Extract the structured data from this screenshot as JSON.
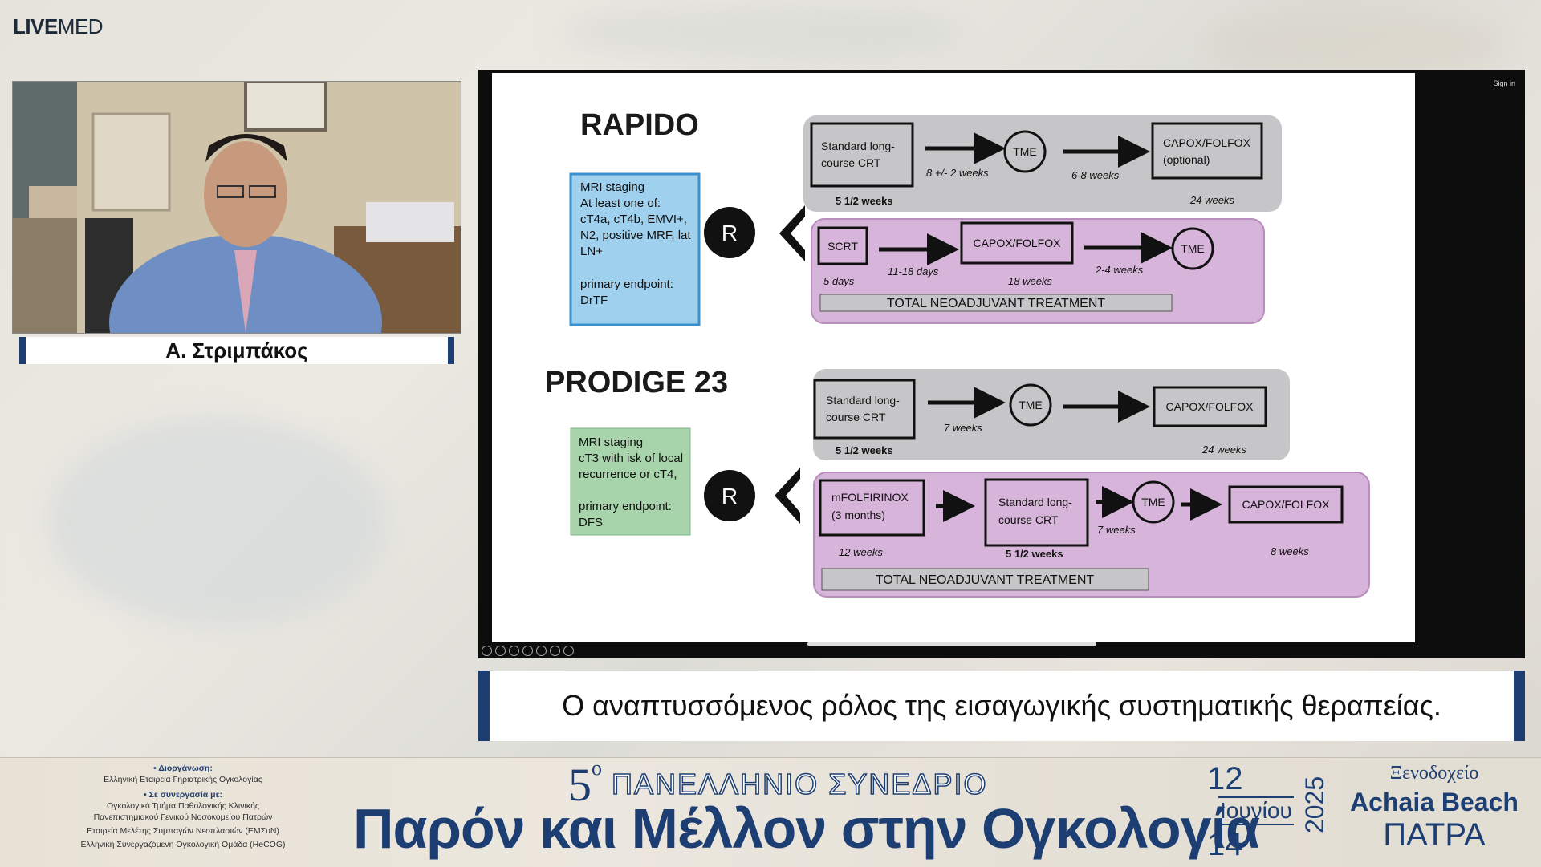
{
  "logo": {
    "bold": "LIVE",
    "light": "MED"
  },
  "speaker": {
    "name": "Α. Στριμπάκος"
  },
  "screen": {
    "signin": "Sign in"
  },
  "slide": {
    "rapido": {
      "title": "RAPIDO",
      "box_lines": [
        "MRI staging",
        "At least one of:",
        "cT4a, cT4b, EMVI+,",
        "N2, positive MRF, lat",
        "LN+",
        "",
        "primary endpoint:",
        "DrTF"
      ],
      "r_label": "R",
      "top": {
        "step1_lines": [
          "Standard long-",
          "course CRT"
        ],
        "arrow1_label": "8 +/- 2 weeks",
        "tme": "TME",
        "arrow2_label": "6-8 weeks",
        "step3_lines": [
          "CAPOX/FOLFOX",
          "(optional)"
        ],
        "dur1": "5 1/2 weeks",
        "dur3": "24 weeks"
      },
      "bottom": {
        "scrt": "SCRT",
        "scrt_dur": "5 days",
        "arrow1_label": "11-18 days",
        "capox": "CAPOX/FOLFOX",
        "capox_dur": "18 weeks",
        "arrow2_label": "2-4 weeks",
        "tme": "TME",
        "tnt": "TOTAL NEOADJUVANT TREATMENT"
      }
    },
    "prodige": {
      "title": "PRODIGE 23",
      "box_lines": [
        "MRI staging",
        "cT3 with isk of local",
        "recurrence or cT4,",
        "",
        "primary endpoint:",
        "DFS"
      ],
      "r_label": "R",
      "top": {
        "step1_lines": [
          "Standard long-",
          "course CRT"
        ],
        "arrow1_label": "7 weeks",
        "tme": "TME",
        "step3": "CAPOX/FOLFOX",
        "dur1": "5 1/2 weeks",
        "dur3": "24 weeks"
      },
      "bottom": {
        "mfolf_lines": [
          "mFOLFIRINOX",
          "(3 months)"
        ],
        "mfolf_dur": "12 weeks",
        "crt_lines": [
          "Standard long-",
          "course CRT"
        ],
        "crt_dur": "5 1/2 weeks",
        "arrow_label": "7 weeks",
        "tme": "TME",
        "capox": "CAPOX/FOLFOX",
        "capox_dur": "8 weeks",
        "tnt": "TOTAL NEOADJUVANT TREATMENT"
      }
    }
  },
  "caption": "Ο αναπτυσσόμενος ρόλος της εισαγωγικής συστηματικής θεραπείας.",
  "footer": {
    "organizer_label": "• Διοργάνωση:",
    "organizer": "Ελληνική Εταιρεία Γηριατρικής Ογκολογίας",
    "partner_label": "• Σε συνεργασία με:",
    "partners": [
      "Ογκολογικό Τμήμα Παθολογικής Κλινικής",
      "Πανεπιστημιακού Γενικού Νοσοκομείου Πατρών",
      "Εταιρεία Μελέτης Συμπαγών Νεοπλασιών (ΕΜΣυΝ)",
      "Ελληνική Συνεργαζόμενη Ογκολογική Ομάδα (HeCOG)"
    ],
    "congress_number": "5",
    "congress_sup": "ο",
    "congress_title": "ΠΑΝΕΛΛΗΝΙΟ ΣΥΝΕΔΡΙΟ",
    "congress_main": "Παρόν και Μέλλον στην Ογκολογία",
    "date_start": "12",
    "date_month": "Ιουνίου",
    "date_end": "14",
    "year": "2025",
    "hotel_label": "Ξενοδοχείο",
    "hotel_name": "Achaia Beach",
    "hotel_city": "ΠΑΤΡΑ"
  },
  "colors": {
    "navy": "#1d3e72",
    "gray_band": "#c6c6c8",
    "pink_band": "#d7b4d9",
    "blue_box": "#9fd0ee",
    "green_box": "#a7d4ab"
  }
}
